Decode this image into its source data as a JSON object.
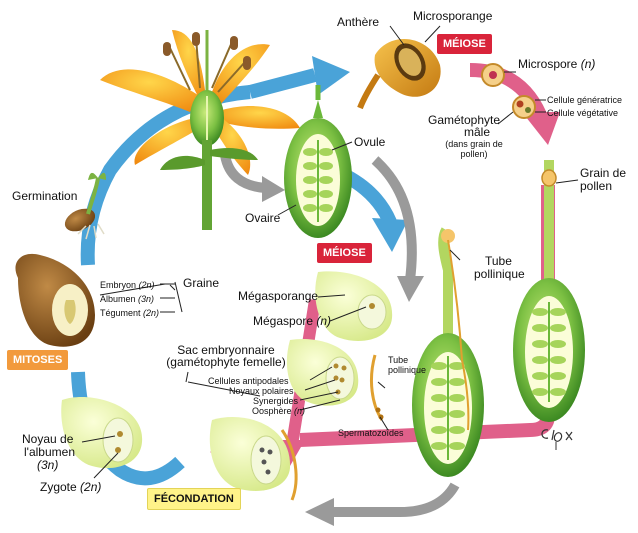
{
  "labels": {
    "anthere": "Anthère",
    "microsporange": "Microsporange",
    "meiose_top": "MÉIOSE",
    "microspore": "Microspore",
    "microspore_ploidy": "(n)",
    "cellule_generatrice": "Cellule génératrice",
    "cellule_vegetative": "Cellule végétative",
    "gametophyte_male_1": "Gamétophyte",
    "gametophyte_male_2": "mâle",
    "gametophyte_male_3": "(dans grain de",
    "gametophyte_male_4": "pollen)",
    "grain_de_pollen_1": "Grain de",
    "grain_de_pollen_2": "pollen",
    "ovule": "Ovule",
    "ovaire": "Ovaire",
    "meiose_mid": "MÉIOSE",
    "germination": "Germination",
    "graine": "Graine",
    "embryon": "Embryon",
    "embryon_ploidy": "(2n)",
    "albumen": "Albumen",
    "albumen_ploidy": "(3n)",
    "tegument": "Tégument",
    "tegument_ploidy": "(2n)",
    "megasporange": "Mégasporange",
    "megaspore": "Mégaspore",
    "megaspore_ploidy": "(n)",
    "tube_pollinique_1": "Tube",
    "tube_pollinique_2": "pollinique",
    "sac_1": "Sac embryonnaire",
    "sac_2": "(gamétophyte femelle)",
    "mitoses": "MITOSES",
    "cellules_antipodales": "Cellules antipodales",
    "noyaux_polaires": "Noyaux polaires",
    "synergides": "Synergides",
    "oosphere": "Oosphère",
    "oosphere_ploidy": "(n)",
    "tube_small_1": "Tube",
    "tube_small_2": "pollinique",
    "spermatozoides": "Spermatozoïdes",
    "noyau_albumen_1": "Noyau de",
    "noyau_albumen_2": "l'albumen",
    "noyau_albumen_ploidy": "(3n)",
    "zygote": "Zygote",
    "zygote_ploidy": "(2n)",
    "fecondation": "FÉCONDATION",
    "signature": "C.Fock"
  },
  "colors": {
    "cycle_blue": "#4aa3d8",
    "pink_arrow": "#e0608a",
    "grey_arrow": "#9a9a9a",
    "meiose_red": "#d9243a",
    "mitoses_orange": "#f29a3c",
    "fecondation_yellow": "#fff389",
    "ovary_green": "#6bb83a",
    "petal_orange": "#f4a020",
    "seed_brown": "#8a5a1e"
  }
}
